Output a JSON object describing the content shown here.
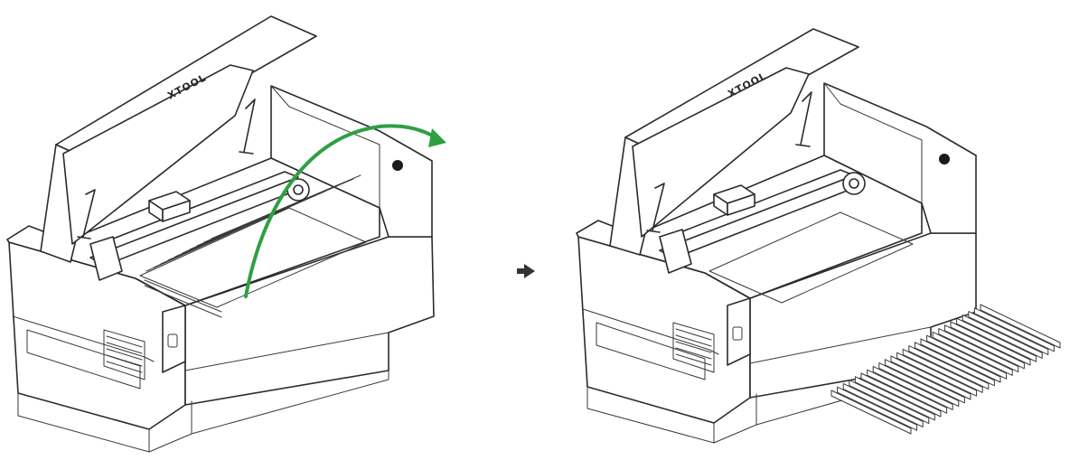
{
  "diagram": {
    "steps": [
      {
        "id": "before",
        "brand_mark": "XTOOL"
      },
      {
        "id": "after",
        "brand_mark": "XTOOL"
      }
    ],
    "separator": {
      "icon": "right-arrow-icon",
      "color": "#333333"
    },
    "motion_arrow": {
      "icon": "curved-arrow-icon",
      "color": "#2ea043"
    },
    "removed_part": {
      "icon": "honeycomb-slat-panel"
    }
  }
}
